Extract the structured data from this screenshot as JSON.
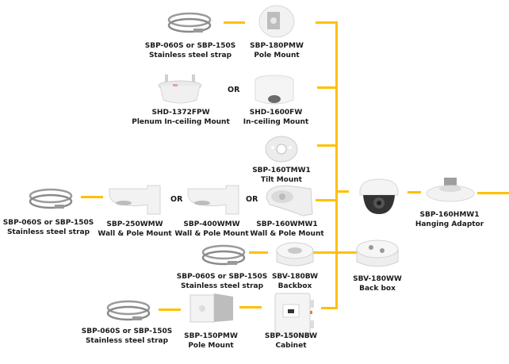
{
  "diagram": {
    "type": "camera mounting accessory compatibility diagram",
    "connector_color": "#FFC000",
    "camera": {
      "name": "dome-camera",
      "label": ""
    },
    "or_text": "OR",
    "products": {
      "strap_top": {
        "model": "SBP-060S or SBP-150S",
        "desc": "Stainless steel strap"
      },
      "pole_180": {
        "model": "SBP-180PMW",
        "desc": "Pole Mount"
      },
      "plenum": {
        "model": "SHD-1372FPW",
        "desc": "Plenum In-ceiling Mount"
      },
      "inceiling": {
        "model": "SHD-1600FW",
        "desc": "In-ceiling Mount"
      },
      "tilt": {
        "model": "SBP-160TMW1",
        "desc": "Tilt Mount"
      },
      "strap_left": {
        "model": "SBP-060S or SBP-150S",
        "desc": "Stainless steel strap"
      },
      "wall_250": {
        "model": "SBP-250WMW",
        "desc": "Wall & Pole Mount"
      },
      "wall_400": {
        "model": "SBP-400WMW",
        "desc": "Wall & Pole Mount"
      },
      "wall_160": {
        "model": "SBP-160WMW1",
        "desc": "Wall & Pole Mount"
      },
      "hanging": {
        "model": "SBP-160HMW1",
        "desc": "Hanging Adaptor"
      },
      "strap_mid": {
        "model": "SBP-060S or SBP-150S",
        "desc": "Stainless steel strap"
      },
      "backbox_180": {
        "model": "SBV-180BW",
        "desc": "Backbox"
      },
      "backbox_ww": {
        "model": "SBV-180WW",
        "desc": "Back box"
      },
      "strap_bot": {
        "model": "SBP-060S or SBP-150S",
        "desc": "Stainless steel strap"
      },
      "pole_150": {
        "model": "SBP-150PMW",
        "desc": "Pole Mount"
      },
      "cabinet": {
        "model": "SBP-150NBW",
        "desc": "Cabinet"
      }
    }
  }
}
